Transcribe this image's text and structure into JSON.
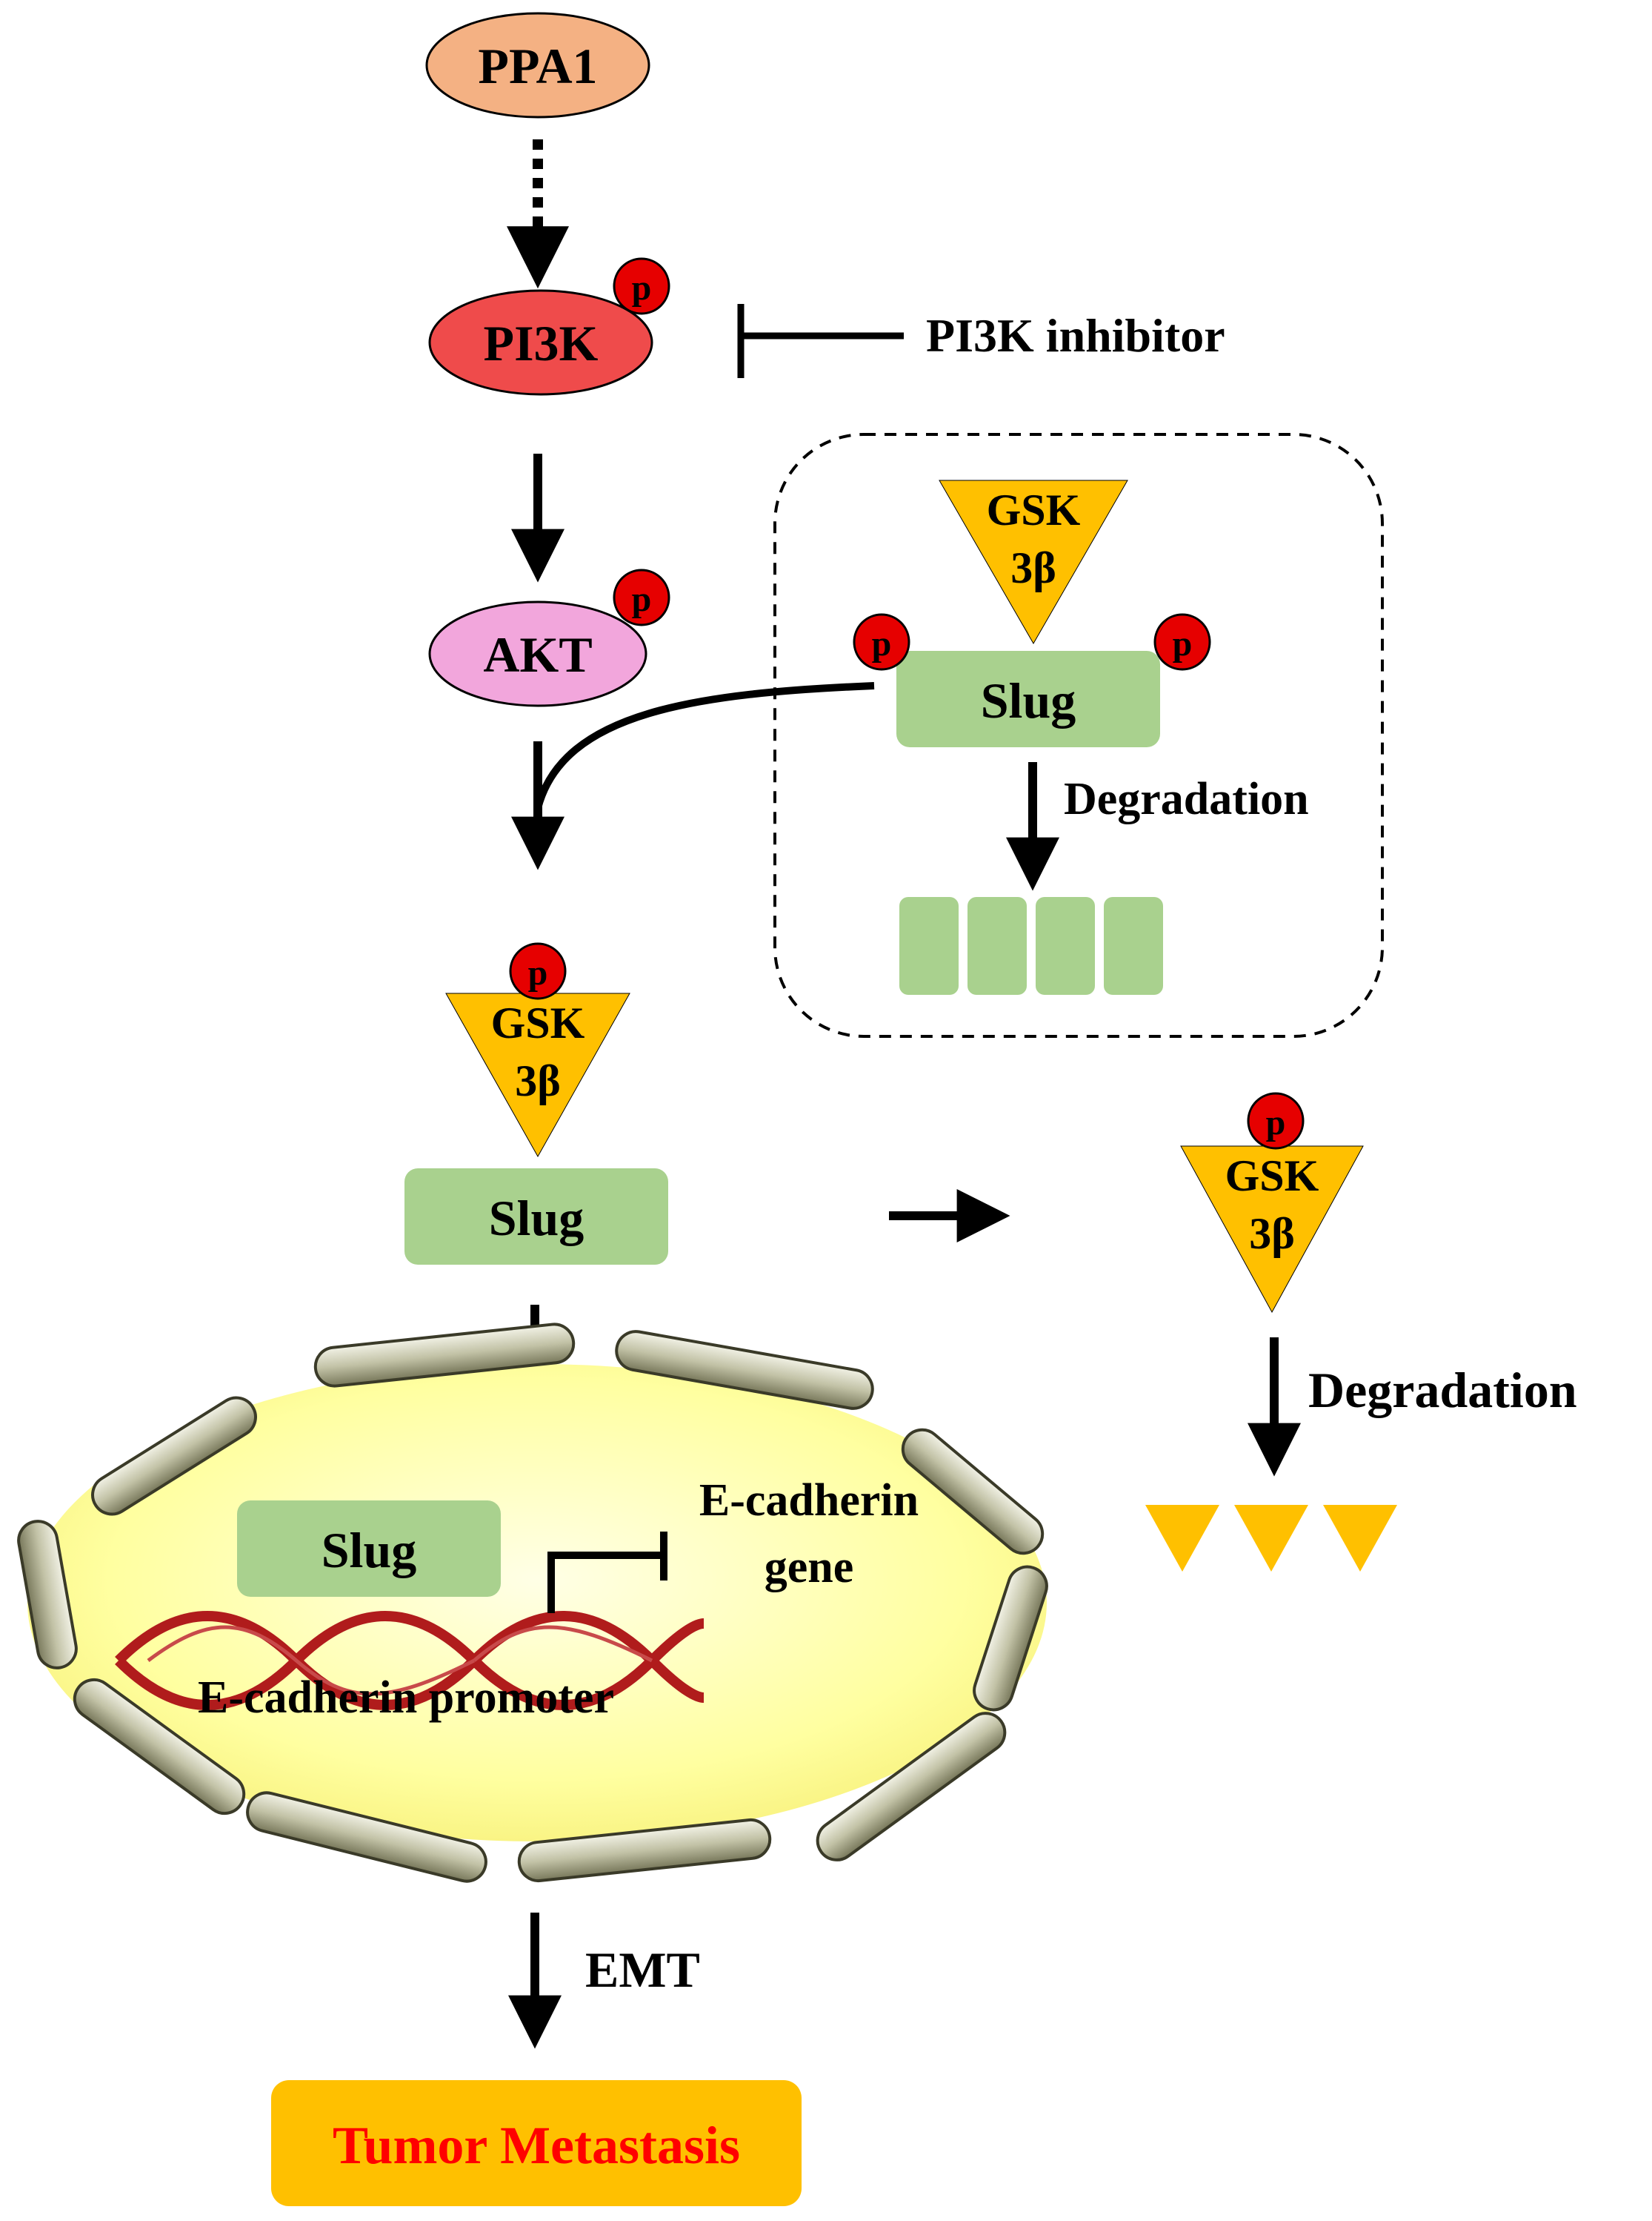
{
  "nodes": {
    "ppa1": "PPA1",
    "pi3k": "PI3K",
    "akt": "AKT",
    "pi3k_inhibitor": "PI3K inhibitor",
    "phospho": "p",
    "gsk_line1": "GSK",
    "gsk_line2": "3β",
    "slug": "Slug",
    "degradation": "Degradation",
    "ecadherin_gene_line1": "E-cadherin",
    "ecadherin_gene_line2": "gene",
    "ecadherin_promoter": "E-cadherin promoter",
    "emt": "EMT",
    "tumor_metastasis": "Tumor Metastasis"
  },
  "colors": {
    "ppa1_fill": "#f4b183",
    "pi3k_fill": "#ef4b4b",
    "akt_fill": "#f2a6dc",
    "phospho_fill": "#e60000",
    "gsk_fill": "#ffc000",
    "slug_fill": "#a9d18e",
    "nucleus_fill": "#ffff99",
    "envelope_fill": "#c6c6ad",
    "dna_color": "#b01c1c",
    "tumor_fill": "#ffc000",
    "tumor_text": "#ff0000"
  }
}
